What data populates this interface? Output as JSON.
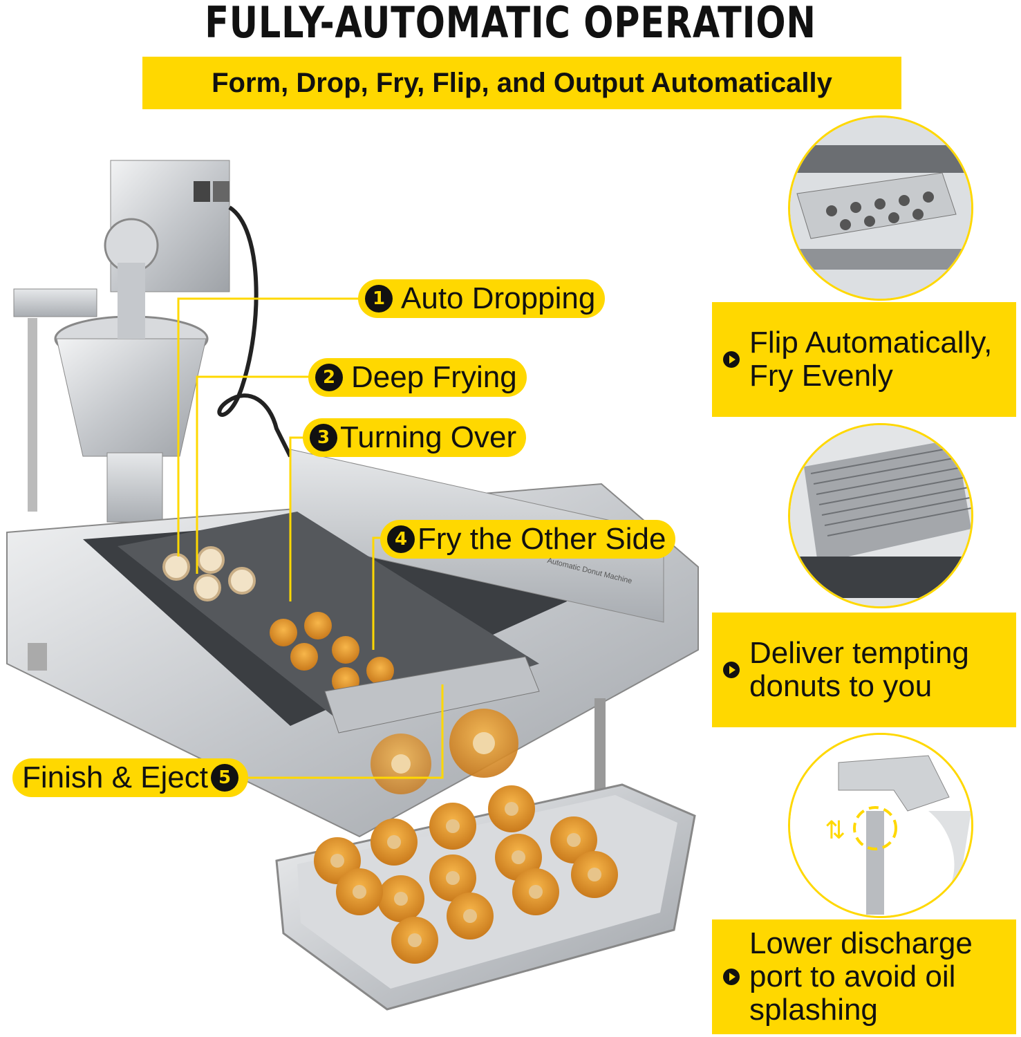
{
  "headline": "FULLY-AUTOMATIC OPERATION",
  "subheadline": "Form, Drop, Fry, Flip, and Output Automatically",
  "steps": [
    {
      "number": "1",
      "label": "Auto Dropping"
    },
    {
      "number": "2",
      "label": "Deep Frying"
    },
    {
      "number": "3",
      "label": "Turning Over"
    },
    {
      "number": "4",
      "label": "Fry the Other Side"
    },
    {
      "number": "5",
      "label": "Finish & Eject"
    }
  ],
  "features": [
    {
      "lines": [
        "Flip Automatically,",
        "Fry Evenly"
      ]
    },
    {
      "lines": [
        "Deliver tempting",
        "donuts to you"
      ]
    },
    {
      "lines": [
        "Lower discharge",
        "port to avoid oil",
        "splashing"
      ]
    }
  ],
  "machine_label": "Automatic Donut Machine",
  "colors": {
    "accent": "#FFD800",
    "text": "#111111",
    "steel": "#c9ccd0",
    "donut": "#e59a2f"
  }
}
